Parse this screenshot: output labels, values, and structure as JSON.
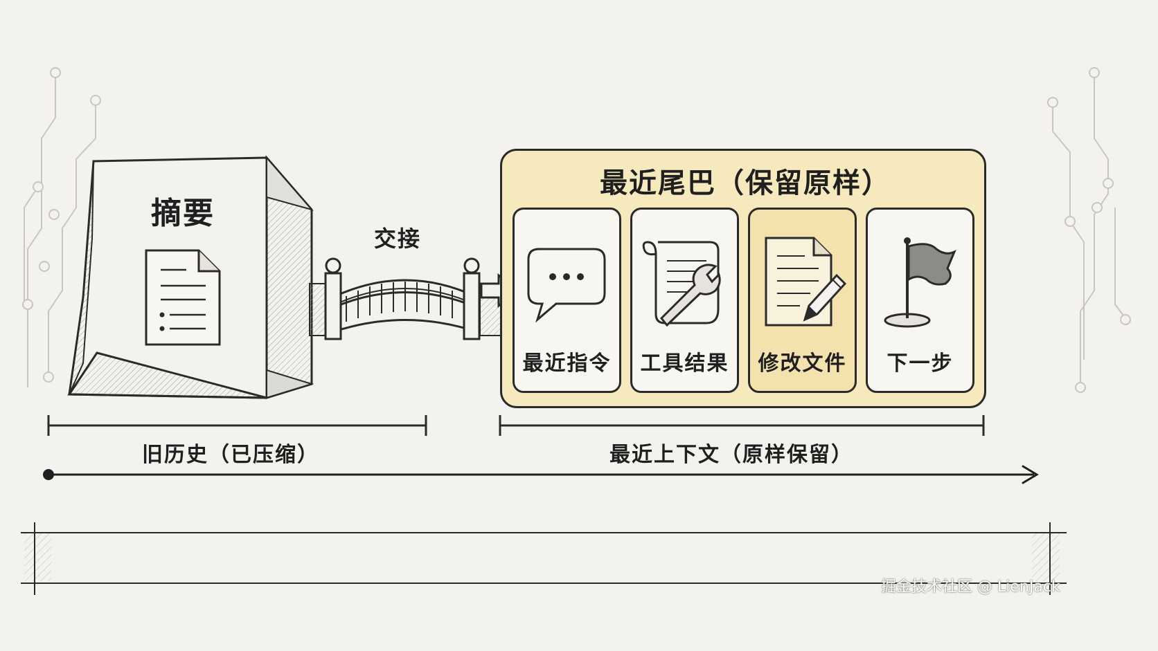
{
  "summary": {
    "title": "摘要"
  },
  "bridge": {
    "label": "交接"
  },
  "recent_tail": {
    "title": "最近尾巴（保留原样）",
    "cards": [
      {
        "label": "最近指令",
        "icon": "chat-bubble-icon"
      },
      {
        "label": "工具结果",
        "icon": "scroll-wrench-icon"
      },
      {
        "label": "修改文件",
        "icon": "document-pencil-icon"
      },
      {
        "label": "下一步",
        "icon": "flag-icon"
      }
    ]
  },
  "timeline": {
    "old_history": "旧历史（已压缩）",
    "recent_context": "最近上下文（原样保留）"
  },
  "watermark": "掘金技术社区 @ LienJack",
  "colors": {
    "background": "#f4f2ee",
    "highlight_fill": "#f5e9bd",
    "stroke": "#2a2a2a"
  }
}
